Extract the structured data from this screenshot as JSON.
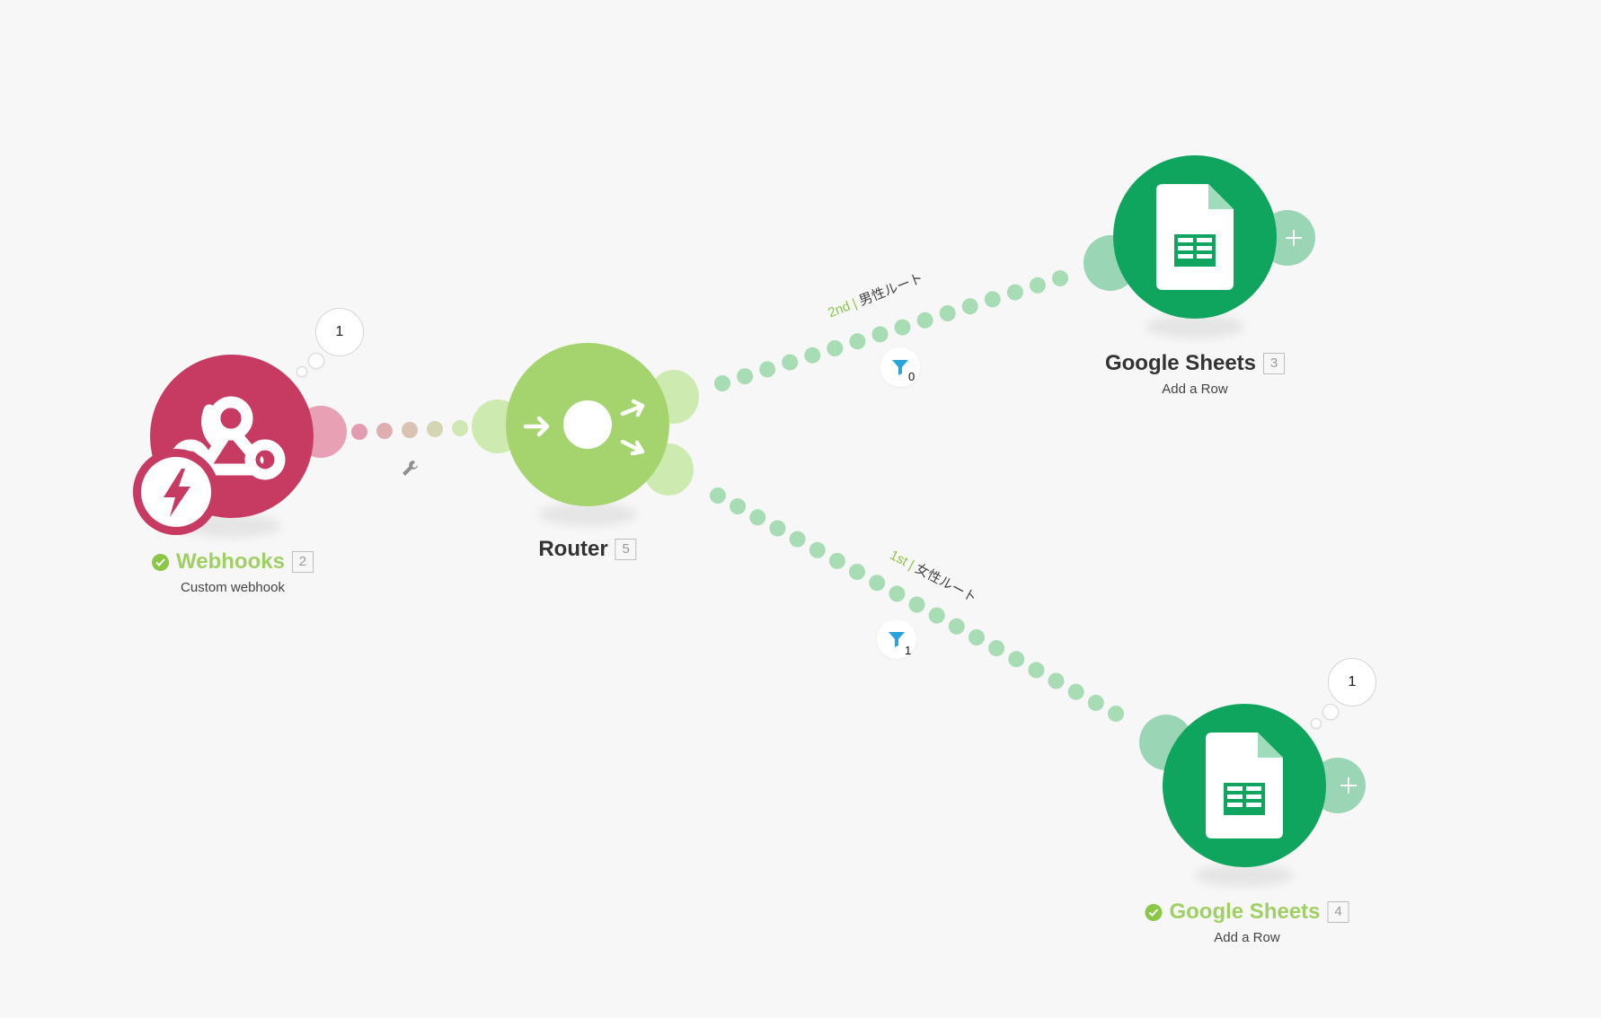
{
  "modules": {
    "webhooks": {
      "title": "Webhooks",
      "number": "2",
      "subtitle": "Custom webhook",
      "bubble": "1",
      "color": "#c73a62",
      "icon": "webhook-icon",
      "badge_icon": "lightning-icon"
    },
    "router": {
      "title": "Router",
      "number": "5",
      "color": "#a5d46f",
      "icon": "router-icon"
    },
    "sheets_top": {
      "title": "Google Sheets",
      "number": "3",
      "subtitle": "Add a Row",
      "color": "#10a55f",
      "icon": "google-sheets-icon"
    },
    "sheets_bottom": {
      "title": "Google Sheets",
      "number": "4",
      "subtitle": "Add a Row",
      "bubble": "1",
      "color": "#10a55f",
      "icon": "google-sheets-icon"
    }
  },
  "routes": {
    "top": {
      "order": "2nd",
      "separator": "|",
      "name": "男性ルート",
      "filter_count": "0"
    },
    "bottom": {
      "order": "1st",
      "separator": "|",
      "name": "女性ルート",
      "filter_count": "1"
    }
  },
  "colors": {
    "background": "#f7f7f7",
    "webhook_pink": "#c73a62",
    "router_green": "#a5d46f",
    "sheets_green": "#10a55f",
    "link_green": "#a8dcb4",
    "check_green": "#8cc646",
    "filter_blue": "#2aa2dc"
  }
}
